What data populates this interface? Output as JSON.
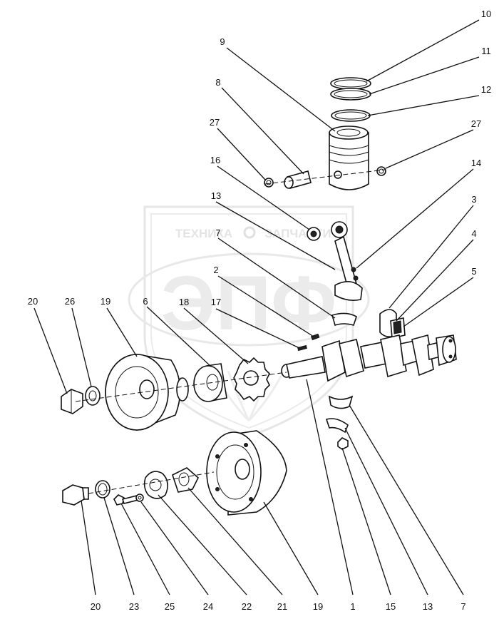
{
  "watermark": {
    "brand_left": "ТЕХНИКА",
    "brand_right": "ЗАПЧАСТИ",
    "monogram": "ЭПФ"
  },
  "callouts": [
    "1",
    "2",
    "3",
    "4",
    "5",
    "6",
    "7",
    "8",
    "9",
    "10",
    "11",
    "12",
    "13",
    "14",
    "15",
    "16",
    "17",
    "18",
    "19",
    "20",
    "21",
    "22",
    "23",
    "24",
    "25",
    "26",
    "27"
  ],
  "bottom_row": [
    "20",
    "23",
    "25",
    "24",
    "22",
    "21",
    "19",
    "1",
    "15",
    "13",
    "7"
  ]
}
